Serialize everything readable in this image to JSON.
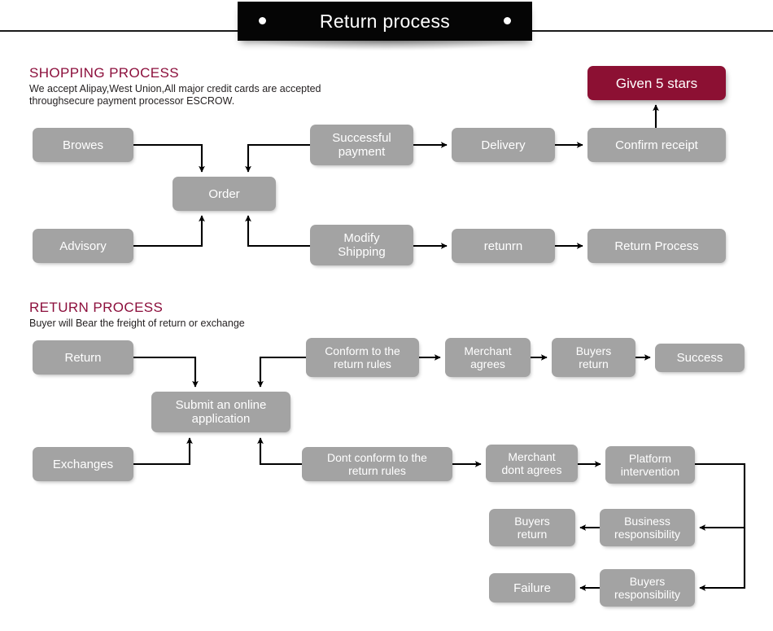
{
  "banner": {
    "title": "Return process",
    "dot_left": "bullet-dot",
    "dot_right": "bullet-dot"
  },
  "shopping": {
    "heading": "SHOPPING PROCESS",
    "description": "We accept Alipay,West Union,All major credit cards are accepted\nthroughsecure payment processor ESCROW.",
    "nodes": {
      "browes": "Browes",
      "successful_payment": "Successful\npayment",
      "delivery": "Delivery",
      "confirm_receipt": "Confirm receipt",
      "given_5_stars": "Given 5 stars",
      "order": "Order",
      "advisory": "Advisory",
      "modify_shipping": "Modify\nShipping",
      "retunrn": "retunrn",
      "return_process": "Return Process"
    }
  },
  "returns": {
    "heading": "RETURN PROCESS",
    "description": "Buyer will Bear the freight of return or exchange",
    "nodes": {
      "return": "Return",
      "conform_rules": "Conform to the\nreturn rules",
      "merchant_agrees": "Merchant\nagrees",
      "buyers_return_top": "Buyers\nreturn",
      "success": "Success",
      "submit_application": "Submit an online\napplication",
      "exchanges": "Exchanges",
      "dont_conform_rules": "Dont conform to the\nreturn rules",
      "merchant_dont_agrees": "Merchant\ndont agrees",
      "platform_intervention": "Platform\nintervention",
      "business_responsibility": "Business\nresponsibility",
      "buyers_return_bottom": "Buyers\nreturn",
      "buyers_responsibility": "Buyers\nresponsibility",
      "failure": "Failure"
    }
  },
  "colors": {
    "banner_bg": "#050505",
    "heading": "#8c0f3c",
    "node_gray": "#a3a3a3",
    "node_accent": "#8c1033",
    "connector": "#000000",
    "page_bg": "#ffffff"
  }
}
